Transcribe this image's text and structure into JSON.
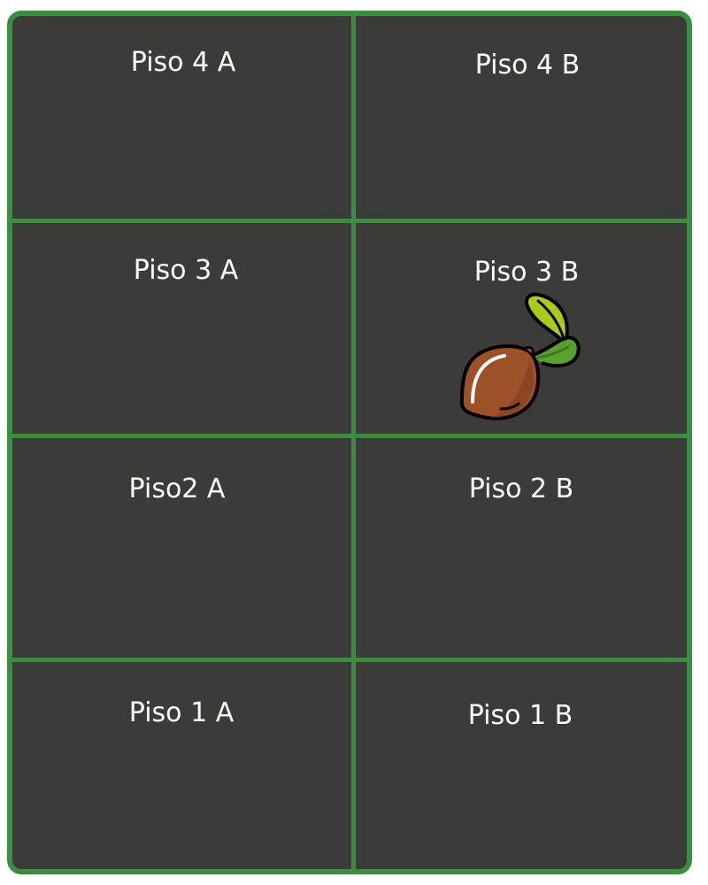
{
  "grid": {
    "cells": [
      {
        "id": "4A",
        "label": "Piso 4 A"
      },
      {
        "id": "4B",
        "label": "Piso 4 B"
      },
      {
        "id": "3A",
        "label": "Piso 3 A"
      },
      {
        "id": "3B",
        "label": "Piso 3 B",
        "has_seed": true
      },
      {
        "id": "2A",
        "label": "Piso2 A"
      },
      {
        "id": "2B",
        "label": "Piso 2 B"
      },
      {
        "id": "1A",
        "label": "Piso 1 A"
      },
      {
        "id": "1B",
        "label": "Piso 1 B"
      }
    ]
  },
  "icons": {
    "seed": "sprouting-seed-icon"
  },
  "colors": {
    "background": "#3b3b3a",
    "grid_lines": "#3a8f3f",
    "text": "#ffffff"
  }
}
